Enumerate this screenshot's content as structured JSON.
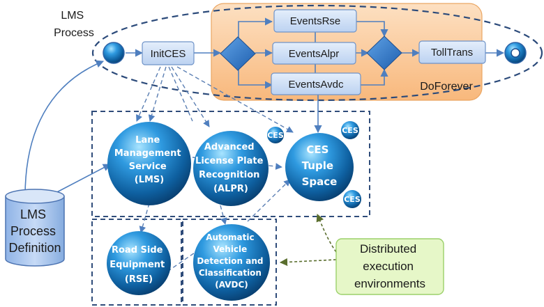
{
  "labels": {
    "lms_process": [
      "LMS",
      "Process"
    ],
    "do_forever": "DoForever"
  },
  "nodes": {
    "init_ces": "InitCES",
    "events_rse": "EventsRse",
    "events_alpr": "EventsAlpr",
    "events_avdc": "EventsAvdc",
    "toll_trans": "TollTrans"
  },
  "services": {
    "lms": [
      "Lane",
      "Management",
      "Service",
      "(LMS)"
    ],
    "alpr": [
      "Advanced",
      "License Plate",
      "Recognition",
      "(ALPR)"
    ],
    "ces_tuple": [
      "CES",
      "Tuple",
      "Space"
    ],
    "rse": [
      "Road Side",
      "Equipment",
      "(RSE)"
    ],
    "avdc": [
      "Automatic",
      "Vehicle",
      "Detection and",
      "Classification",
      "(AVDC)"
    ]
  },
  "badges": {
    "ces": "CES"
  },
  "definition": [
    "LMS",
    "Process",
    "Definition"
  ],
  "distributed": [
    "Distributed",
    "execution",
    "environments"
  ],
  "colors": {
    "box_fill": "#c9dbf4",
    "box_stroke": "#6f93c8",
    "loop_fill": "#fbc99a",
    "loop_stroke": "#e9a463",
    "sphere_dark": "#0d4f86",
    "sphere_light": "#8fd6ff",
    "dash_line": "#3a5a8c",
    "note_fill": "#e6f7c8",
    "note_stroke": "#9bd06a"
  }
}
